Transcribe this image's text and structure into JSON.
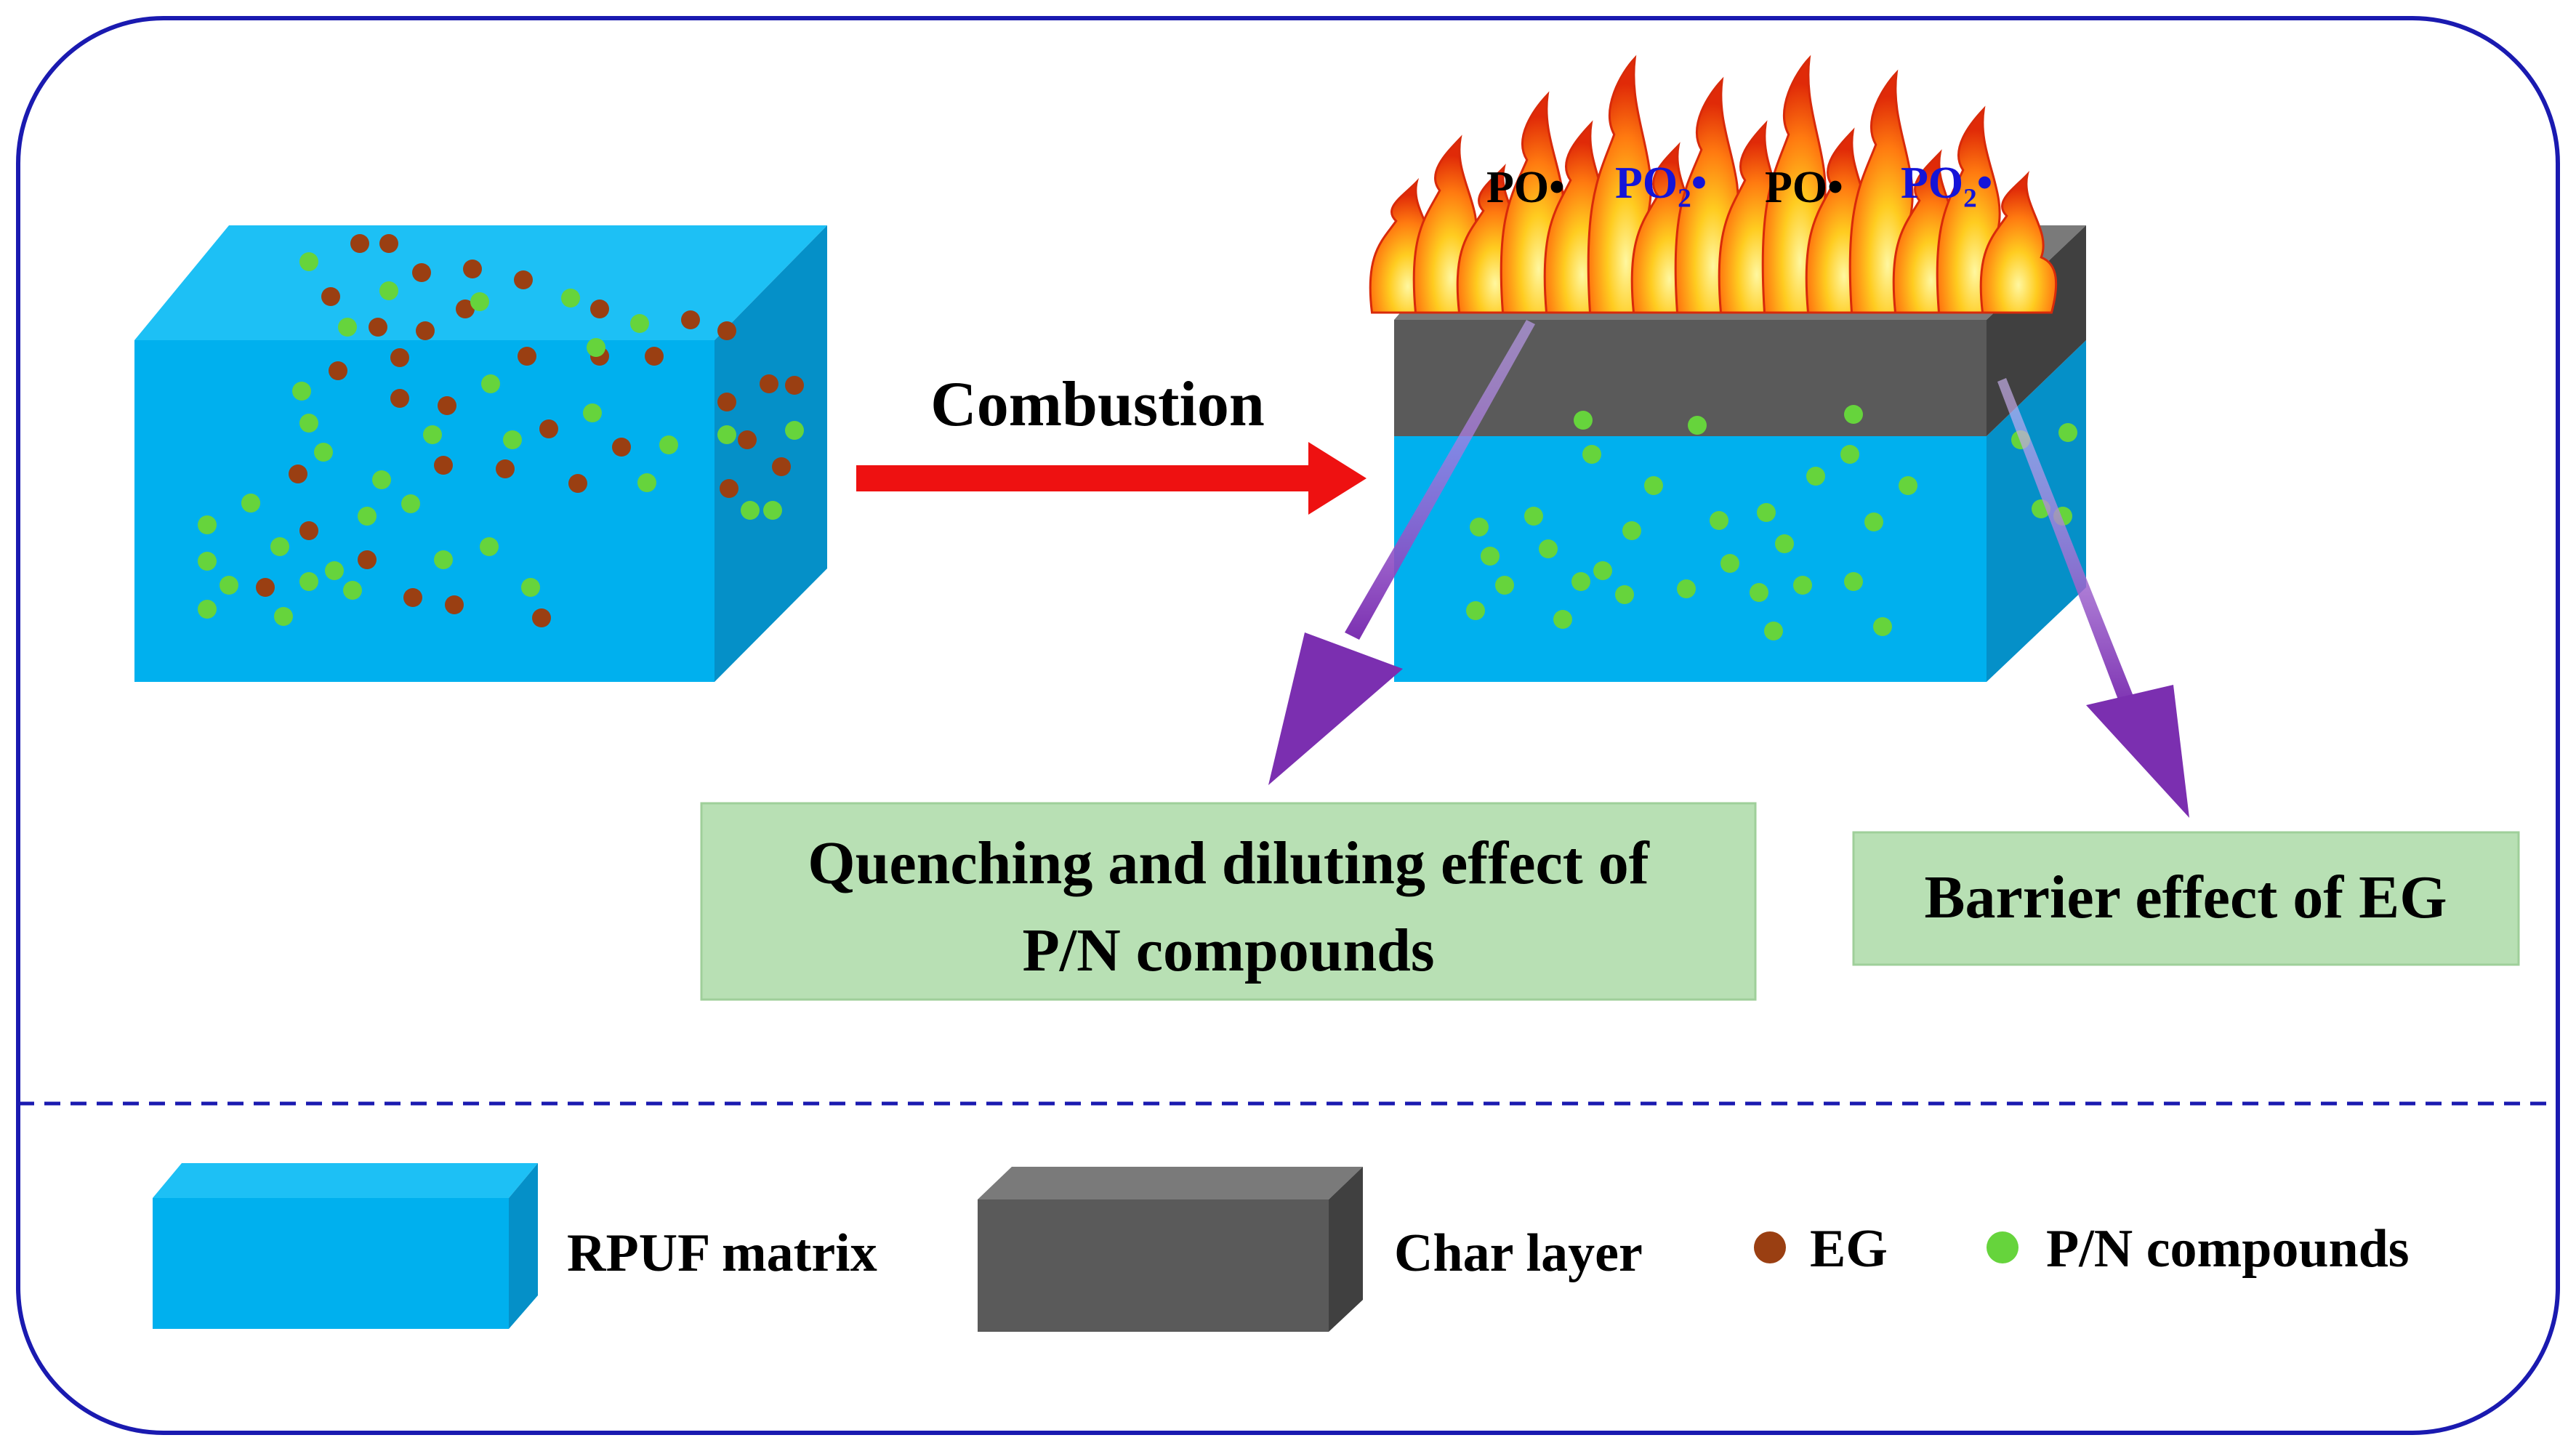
{
  "diagram": {
    "process_label": "Combustion",
    "radicals": [
      {
        "text": "PO•",
        "color": "#000000"
      },
      {
        "text": "PO₂•",
        "color": "#1414d8"
      },
      {
        "text": "PO•",
        "color": "#000000"
      },
      {
        "text": "PO₂•",
        "color": "#1414d8"
      }
    ],
    "effects": [
      {
        "line1": "Quenching and diluting effect of",
        "line2": "P/N compounds"
      },
      {
        "line1": "Barrier effect of EG",
        "line2": ""
      }
    ]
  },
  "legend": {
    "items": [
      {
        "label": "RPUF matrix",
        "icon": "blue-block-icon"
      },
      {
        "label": "Char layer",
        "icon": "gray-block-icon"
      },
      {
        "label": "EG",
        "icon": "brown-dot-icon"
      },
      {
        "label": "P/N compounds",
        "icon": "green-dot-icon"
      }
    ]
  },
  "colors": {
    "frame": "#1a1ab0",
    "matrix_front": "#00b0ee",
    "matrix_top": "#1dc0f5",
    "matrix_side": "#0590c8",
    "char_front": "#5a5a5a",
    "char_top": "#7a7a7a",
    "char_side": "#404040",
    "eg_dot": "#9a3f12",
    "pn_dot": "#66d43c",
    "arrow_red": "#ee1111",
    "arrow_purple": "#7b2fb0",
    "effect_box": "#b8e0b4"
  }
}
